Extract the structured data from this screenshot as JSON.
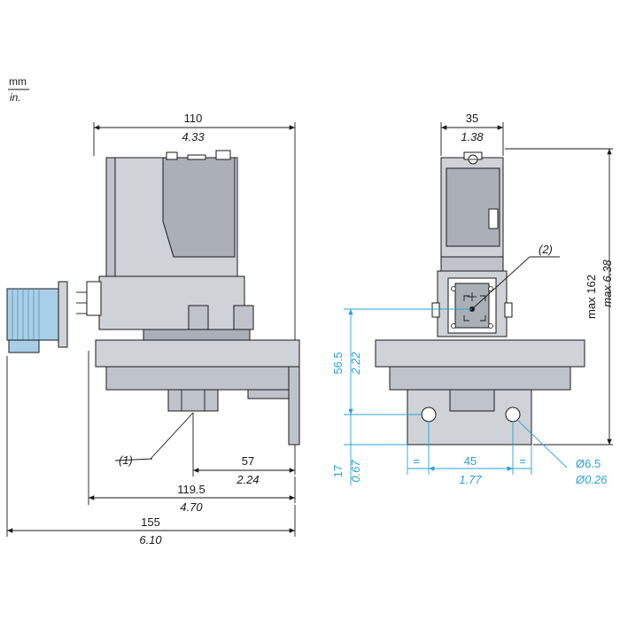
{
  "units": {
    "primary": "mm",
    "secondary": "in."
  },
  "side_view": {
    "width_mm": "110",
    "width_in": "4.33",
    "mount_offset_mm": "57",
    "mount_offset_in": "2.24",
    "base_width_mm": "119.5",
    "base_width_in": "4.70",
    "total_width_mm": "155",
    "total_width_in": "6.10",
    "callout": "(1)"
  },
  "front_view": {
    "width_mm": "35",
    "width_in": "1.38",
    "height_mm": "max 162",
    "height_in": "max 6.38",
    "center_height_mm": "56.5",
    "center_height_in": "2.22",
    "hole_height_mm": "17",
    "hole_height_in": "0.67",
    "hole_spacing_mm": "45",
    "hole_spacing_in": "1.77",
    "hole_dia_mm": "Ø6.5",
    "hole_dia_in": "Ø0.26",
    "equal_left": "=",
    "equal_right": "=",
    "callout": "(2)"
  },
  "colors": {
    "body": "#cfd3d8",
    "connector": "#a9cfe8",
    "metric_blue": "#2aa0d8"
  }
}
